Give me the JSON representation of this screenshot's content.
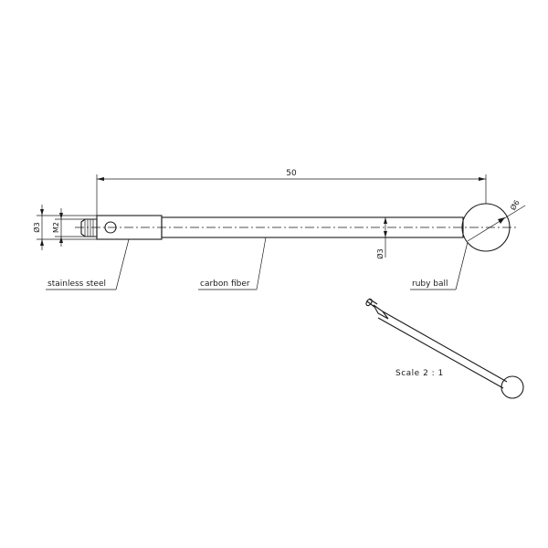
{
  "dimensions": {
    "overall_length": "50",
    "shaft_diameter_left": "Ø3",
    "thread": "M2",
    "shaft_diameter_right": "Ø3",
    "ball_diameter": "Ø6"
  },
  "labels": {
    "stainless_steel": "stainless steel",
    "carbon_fiber": "carbon fiber",
    "ruby_ball": "ruby ball"
  },
  "scale": "Scale 2 : 1"
}
